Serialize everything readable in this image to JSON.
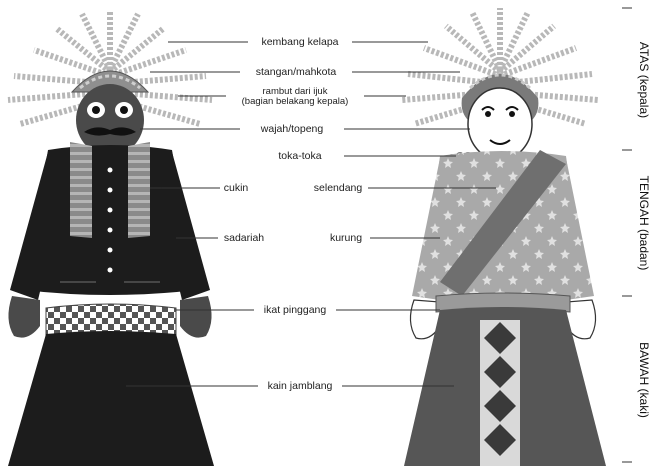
{
  "labels": {
    "kembang_kelapa": "kembang kelapa",
    "stangan_mahkota": "stangan/mahkota",
    "rambut_line1": "rambut dari ijuk",
    "rambut_line2": "(bagian belakang kepala)",
    "wajah_topeng": "wajah/topeng",
    "toka_toka": "toka-toka",
    "cukin": "cukin",
    "selendang": "selendang",
    "sadariah": "sadariah",
    "kurung": "kurung",
    "ikat_pinggang": "ikat pinggang",
    "kain_jamblang": "kain jamblang"
  },
  "sections": {
    "atas": "ATAS (kepala)",
    "tengah": "TENGAH (badan)",
    "bawah": "BAWAH (kaki)"
  },
  "colors": {
    "male_outfit": "#1c1c1c",
    "male_skin": "#4a4a4a",
    "female_outfit": "#a9a9a9",
    "female_sash": "#6f6f6f",
    "female_skirt": "#565656",
    "face_white": "#ffffff",
    "plume": "#b8b8b8"
  }
}
